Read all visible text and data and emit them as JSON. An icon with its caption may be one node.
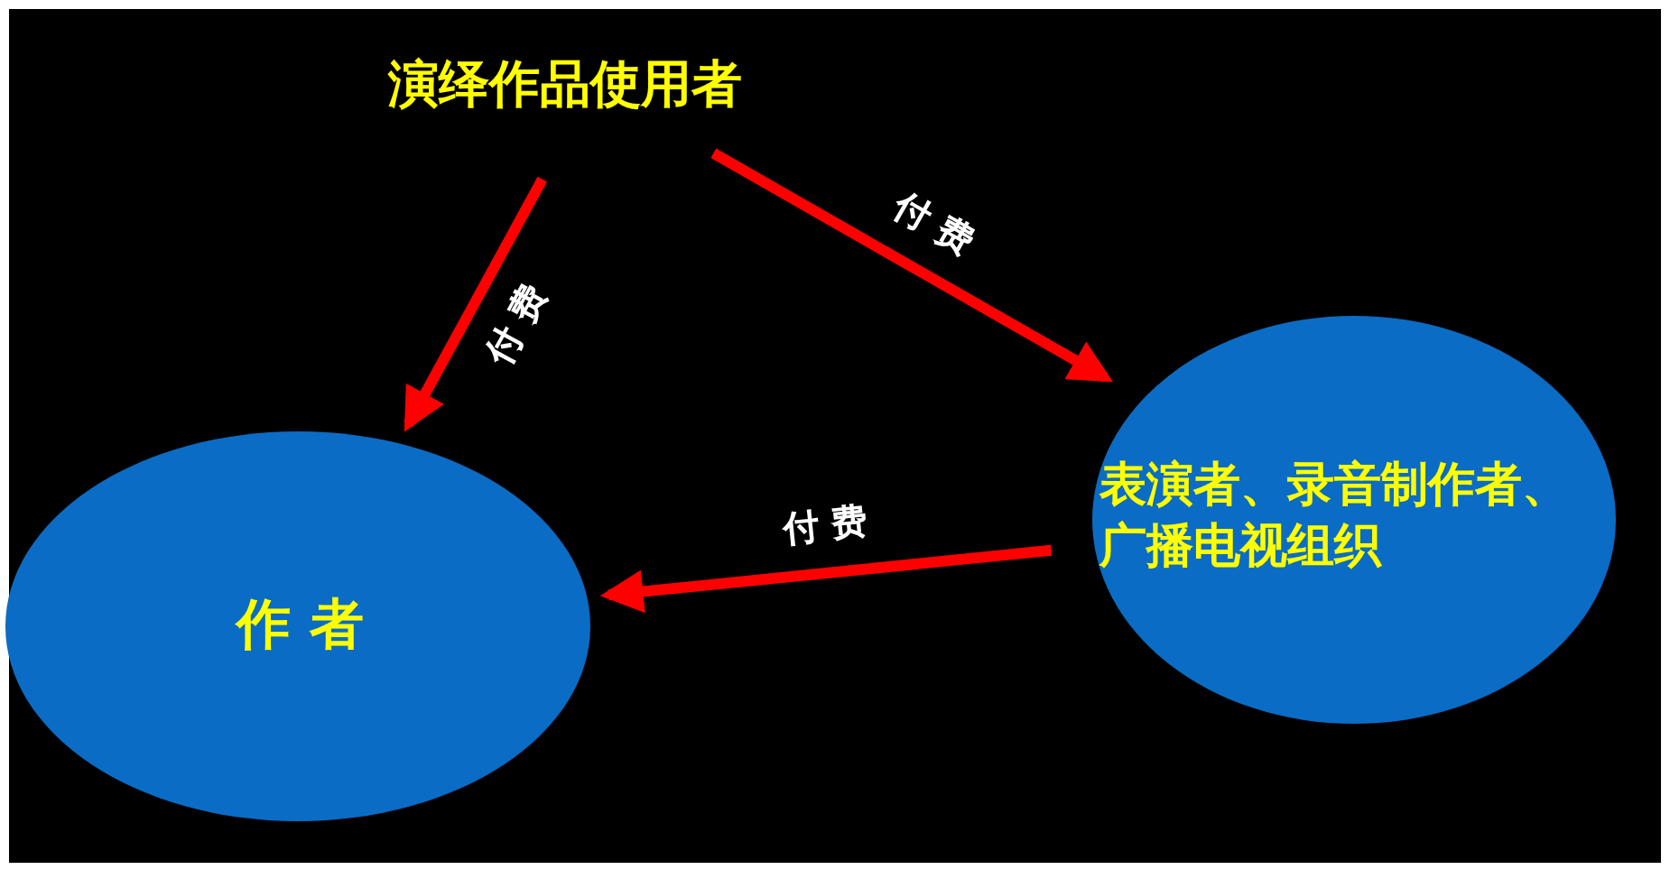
{
  "diagram": {
    "nodes": [
      {
        "text": [
          "演绎作品使用者"
        ]
      },
      {
        "text": [
          "作 者"
        ]
      },
      {
        "text": [
          "表演者、录音制作者、广播电视组织"
        ]
      }
    ],
    "edges": [
      {
        "from": 0,
        "to": 1,
        "arrow": "to",
        "label": "付 费",
        "color": "#ff0000"
      },
      {
        "from": 0,
        "to": 2,
        "arrow": "to",
        "label": "付 费",
        "color": "#ff0000"
      },
      {
        "from": 2,
        "to": 1,
        "arrow": "to",
        "label": "付 费",
        "color": "#ff0000"
      }
    ]
  }
}
